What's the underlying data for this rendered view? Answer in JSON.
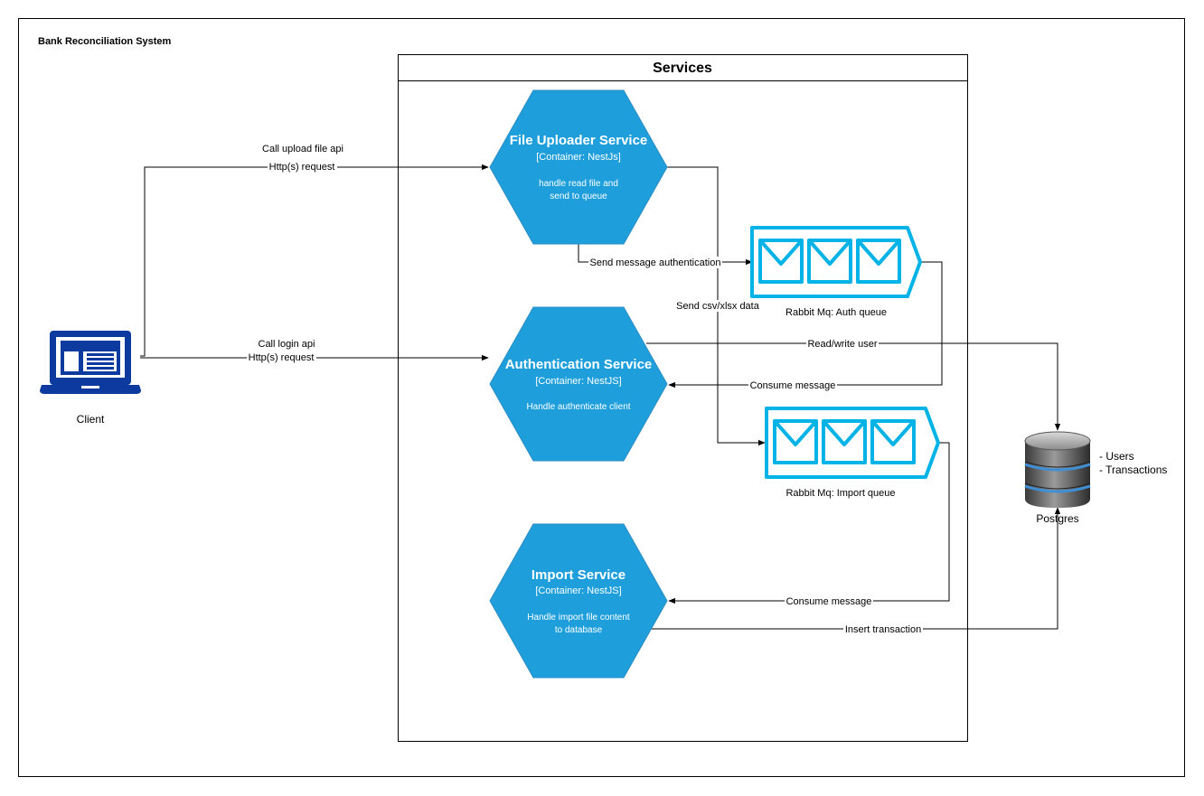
{
  "diagram": {
    "title": "Bank Reconciliation System",
    "services_container_title": "Services",
    "client": {
      "label": "Client"
    },
    "services": [
      {
        "id": "file_uploader",
        "title": "File Uploader Service",
        "container": "[Container: NestJs]",
        "description": [
          "handle read file and",
          "send to queue"
        ]
      },
      {
        "id": "auth",
        "title": "Authentication Service",
        "container": "[Container: NestJS]",
        "description": [
          "Handle authenticate client"
        ]
      },
      {
        "id": "import",
        "title": "Import Service",
        "container": "[Container: NestJS]",
        "description": [
          "Handle import file content",
          "to database"
        ]
      }
    ],
    "queues": [
      {
        "id": "auth_queue",
        "label": "Rabbit Mq: Auth queue"
      },
      {
        "id": "import_queue",
        "label": "Rabbit Mq: Import queue"
      }
    ],
    "database": {
      "label": "Postgres",
      "tables": [
        "- Users",
        "- Transactions"
      ]
    },
    "edges": {
      "upload_call": "Call upload file api",
      "upload_http": "Http(s) request",
      "login_call": "Call login api",
      "login_http": "Http(s) request",
      "send_auth": "Send message authentication",
      "send_csv": "Send csv/xlsx data",
      "read_write_user": "Read/write user",
      "consume_auth": "Consume message",
      "consume_import": "Consume message",
      "insert_transaction": "Insert transaction"
    },
    "colors": {
      "service_fill": "#1E9FDB",
      "queue_stroke": "#00B3E6",
      "client_icon": "#0D3A9E",
      "db_body": "#6E6E6E",
      "db_ring": "#3F8FD6"
    }
  }
}
